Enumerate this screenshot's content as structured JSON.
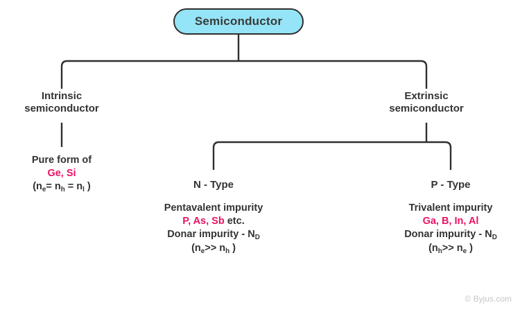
{
  "diagram": {
    "title": "Semiconductor classification tree",
    "colors": {
      "node_fill": "#95e4f7",
      "node_border": "#2f2f2f",
      "text": "#333333",
      "accent": "#ec1164",
      "background": "#ffffff",
      "watermark": "#c6c6c6"
    },
    "root": {
      "label": "Semiconductor"
    },
    "branches": {
      "intrinsic": {
        "title": "Intrinsic\nsemiconductor",
        "detail_lines": [
          "Pure form of",
          "Ge, Si",
          "(n_e= n_h = n_l )"
        ],
        "detail_plain_1": "Pure form of",
        "detail_accent": "Ge, Si",
        "formula": "(ne= nh = nl )"
      },
      "extrinsic": {
        "title": "Extrinsic\nsemiconductor",
        "children": {
          "n_type": {
            "title": "N - Type",
            "impurity_type": "Pentavalent impurity",
            "elements": "P, As, Sb",
            "elements_suffix": " etc.",
            "impurity_label": "Donar impurity - N",
            "impurity_label_sub": "D",
            "formula_prefix": "(n",
            "formula_sub1": "e",
            "formula_mid": ">> n",
            "formula_sub2": "h",
            "formula_suffix": " )"
          },
          "p_type": {
            "title": "P - Type",
            "impurity_type": "Trivalent impurity",
            "elements": "Ga, B, In, Al",
            "elements_suffix": "",
            "impurity_label": "Donar impurity - N",
            "impurity_label_sub": "D",
            "formula_prefix": "(n",
            "formula_sub1": "h",
            "formula_mid": ">> n",
            "formula_sub2": "e",
            "formula_suffix": " )"
          }
        }
      }
    },
    "watermark": "© Byjus.com"
  }
}
